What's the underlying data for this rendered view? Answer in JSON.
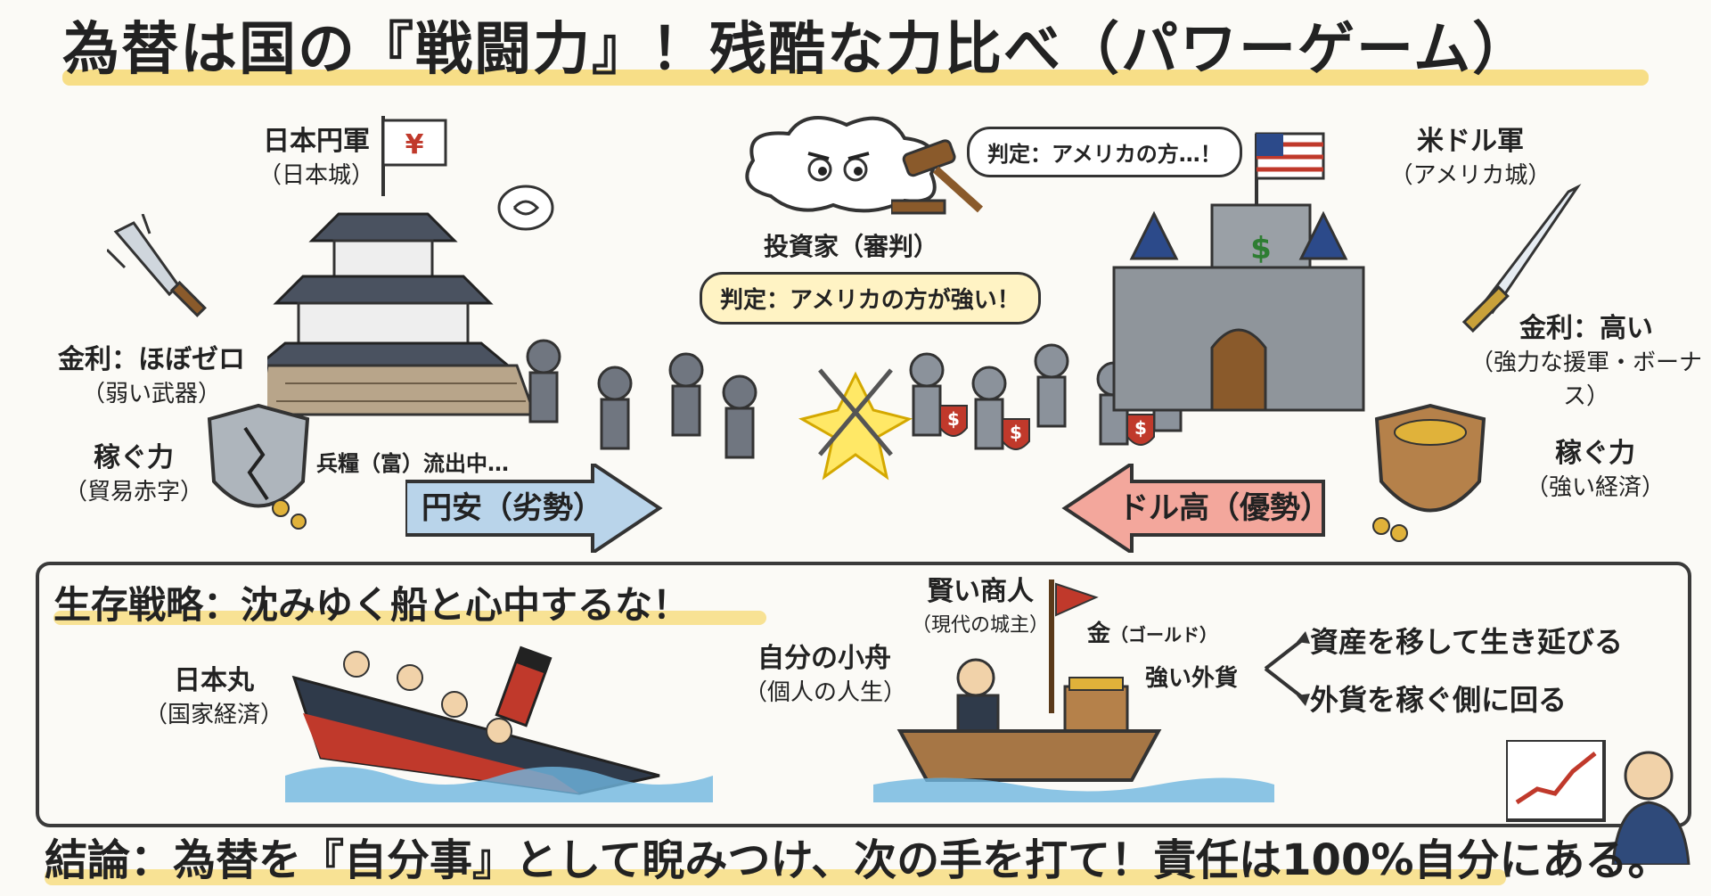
{
  "title": "為替は国の『戦闘力』！残酷な力比べ（パワーゲーム）",
  "japan": {
    "name": "日本円軍",
    "castle": "（日本城）",
    "flag_symbol": "¥",
    "interest_label": "金利：ほぼゼロ",
    "interest_sub": "（弱い武器）",
    "earning_label": "稼ぐ力",
    "earning_sub": "（貿易赤字）",
    "outflow": "兵糧（富）流出中…",
    "arrow": "円安（劣勢）"
  },
  "usa": {
    "name": "米ドル軍",
    "castle": "（アメリカ城）",
    "interest_label": "金利：高い",
    "interest_sub": "（強力な援軍・ボーナス）",
    "earning_label": "稼ぐ力",
    "earning_sub": "（強い経済）",
    "arrow": "ドル高（優勢）",
    "shield_symbol": "$"
  },
  "investor": {
    "label": "投資家（審判）",
    "verdict_top": "判定：アメリカの方…！",
    "verdict_main": "判定：アメリカの方が強い！"
  },
  "strategy": {
    "title": "生存戦略：沈みゆく船と心中するな！",
    "ship_label": "日本丸",
    "ship_sub": "（国家経済）",
    "merchant_label": "賢い商人",
    "merchant_sub": "（現代の城主）",
    "boat_label": "自分の小舟",
    "boat_sub": "（個人の人生）",
    "gold_label": "金",
    "gold_sub": "（ゴールド）",
    "currency_label": "強い外貨",
    "bullets": [
      "資産を移して生き延びる",
      "外貨を稼ぐ側に回る"
    ]
  },
  "conclusion": "結論：為替を『自分事』として睨みつけ、次の手を打て！責任は100%自分にある。",
  "colors": {
    "highlight": "#f6d76b",
    "blue_arrow": "#b9d4ea",
    "red_arrow": "#f3a79c",
    "steel": "#7a7f86",
    "gold": "#e0b23a",
    "sea": "#6fb6e0"
  }
}
